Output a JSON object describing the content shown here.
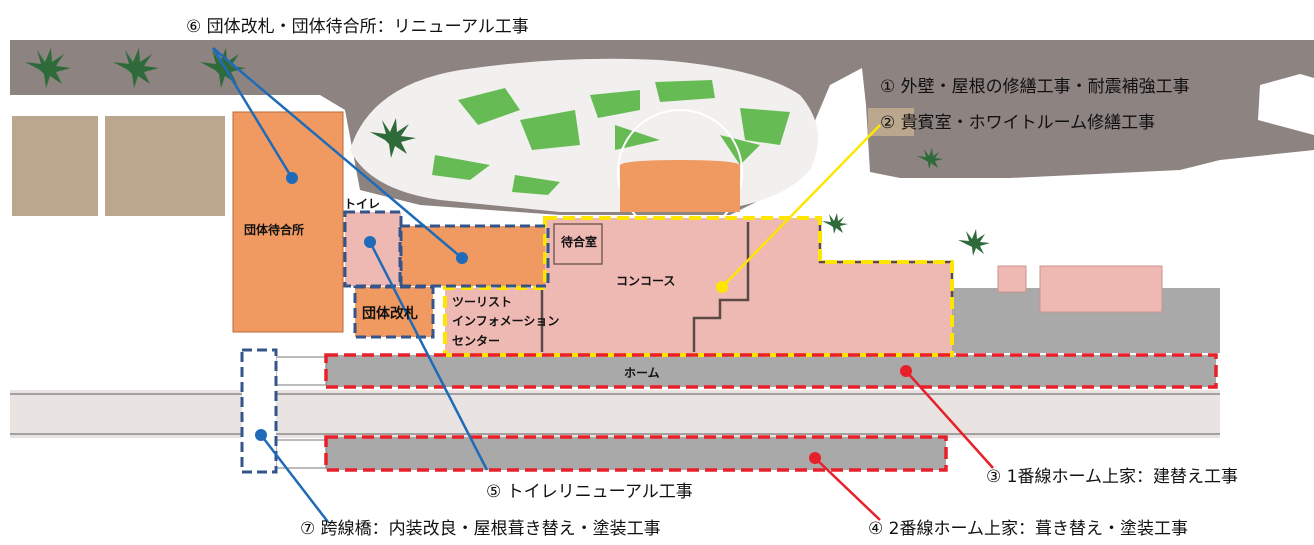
{
  "annotations": {
    "a1": "① 外壁・屋根の修繕工事・耐震補強工事",
    "a2": "② 貴賓室・ホワイトルーム修繕工事",
    "a3": "③ 1番線ホーム上家：建替え工事",
    "a4": "④ 2番線ホーム上家：葺き替え・塗装工事",
    "a5": "⑤ トイレリニューアル工事",
    "a6": "⑥ 団体改札・団体待合所：リニューアル工事",
    "a7": "⑦ 跨線橋：内装改良・屋根葺き替え・塗装工事"
  },
  "rooms": {
    "group_waiting": "団体待合所",
    "toilet": "トイレ",
    "group_gate": "団体改札",
    "waiting_room": "待合室",
    "concourse": "コンコース",
    "tourist_info_1": "ツーリスト",
    "tourist_info_2": "インフォメーション",
    "tourist_info_3": "センター",
    "platform": "ホーム"
  },
  "colors": {
    "yellow": "#ffe600",
    "red": "#e8202a",
    "blue": "#1f6bb8",
    "navy": "#34548a",
    "orange": "#f09a62",
    "pink": "#efb9b3",
    "road": "#8d8381",
    "platform": "#a9a9a9",
    "green": "#66bb55"
  }
}
